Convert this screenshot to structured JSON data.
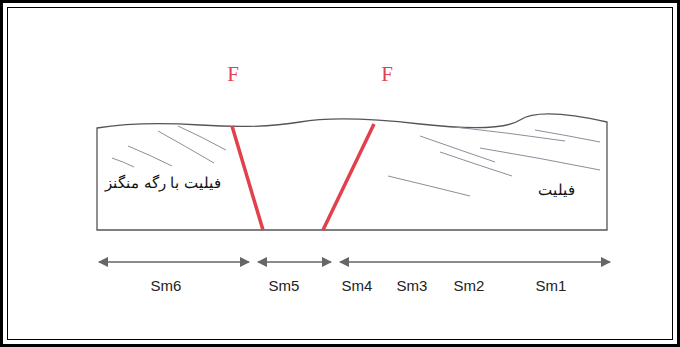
{
  "diagram": {
    "labels": [
      "F",
      "F",
      "فیلیت با رگه منگنز",
      "فیلیت",
      "Sm6",
      "Sm5",
      "Sm4",
      "Sm3",
      "Sm2",
      "Sm1"
    ]
  }
}
